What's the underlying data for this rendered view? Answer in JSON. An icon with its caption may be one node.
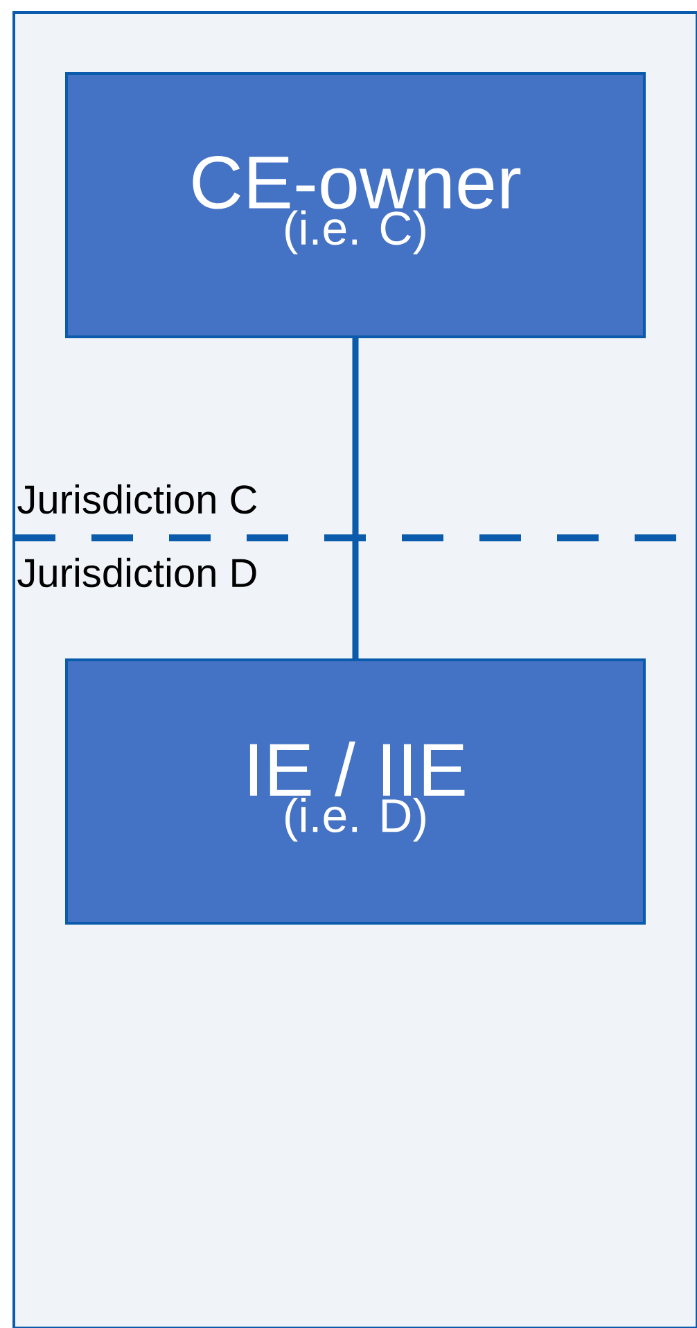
{
  "diagram": {
    "nodes": [
      {
        "text": [
          "CE-owner",
          "(i.e. C)"
        ]
      },
      {
        "text": [
          "IE / IIE",
          "(i.e. D)"
        ]
      }
    ],
    "edges": [
      {
        "from": 0,
        "to": 1,
        "arrow": "none"
      }
    ],
    "labels": [
      "Jurisdiction C",
      "Jurisdiction D"
    ]
  }
}
